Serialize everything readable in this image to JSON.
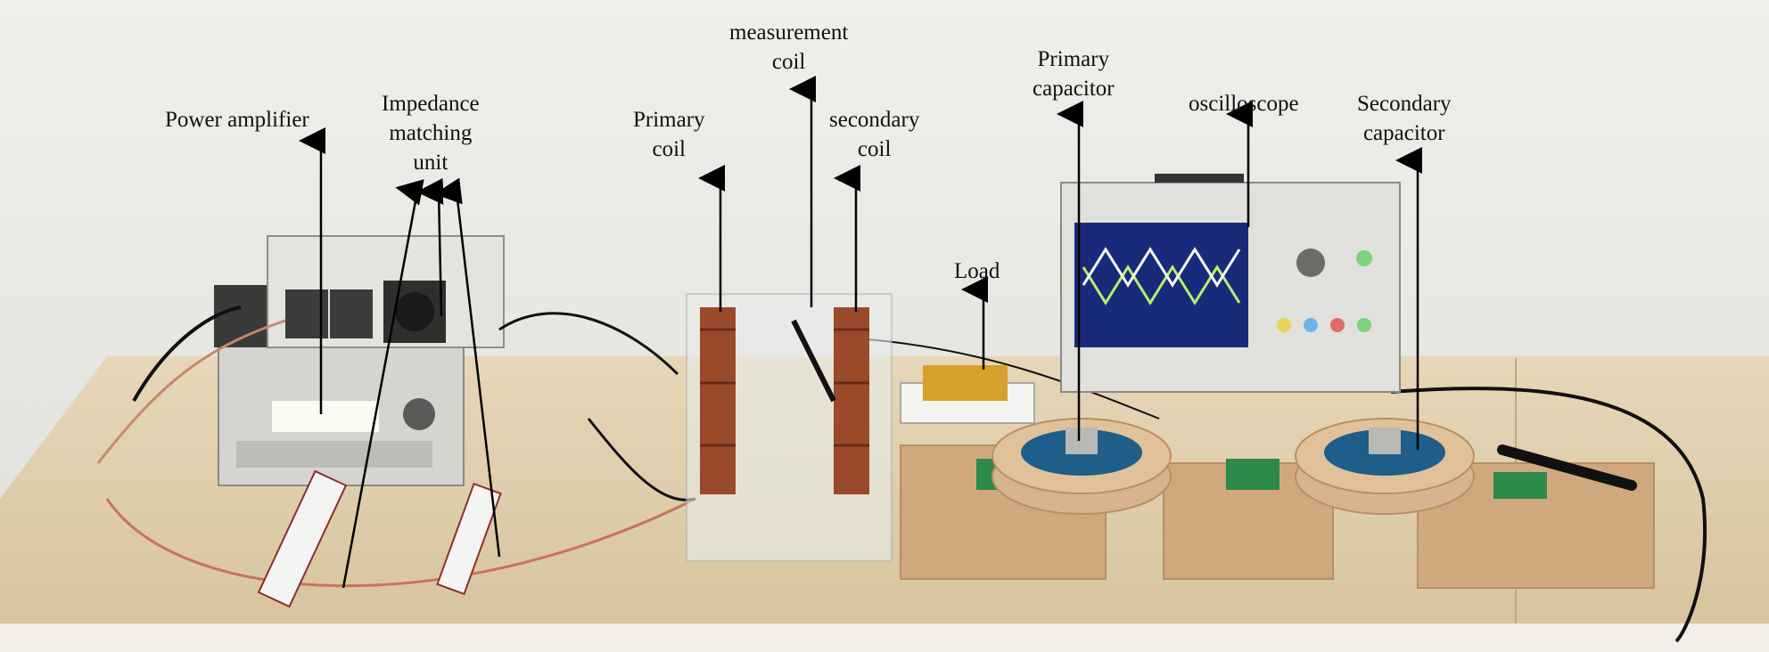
{
  "labels": {
    "power_amplifier": "Power amplifier",
    "impedance_matching_unit": "Impedance\nmatching\nunit",
    "primary_coil": "Primary\ncoil",
    "measurement_coil": "measurement\ncoil",
    "secondary_coil": "secondary\ncoil",
    "load": "Load",
    "primary_capacitor": "Primary\ncapacitor",
    "oscilloscope": "oscilloscope",
    "secondary_capacitor": "Secondary\ncapacitor"
  },
  "colors": {
    "wall": "#e9e9e6",
    "table": "#dccaa6",
    "capacitor_blue": "#1f5d8a",
    "coil_copper": "#9a4a2a",
    "wood_box": "#cfa97d",
    "oscilloscope_body": "#e0e0dc",
    "screen_background": "#1a2a7a"
  }
}
